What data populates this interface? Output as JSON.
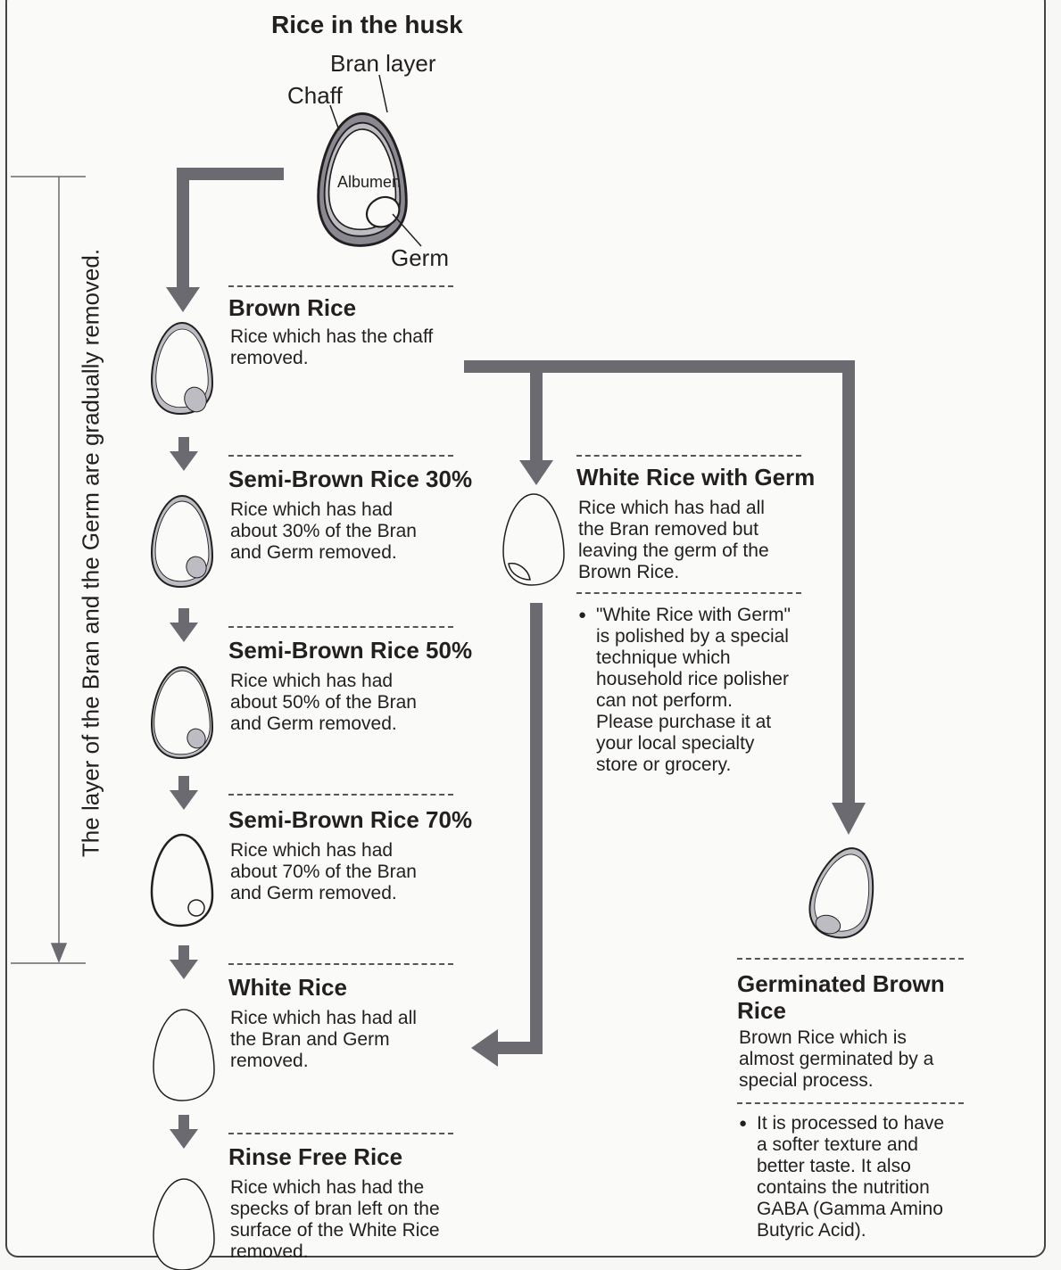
{
  "title": "Rice in the husk",
  "husk_labels": {
    "bran_layer": "Bran layer",
    "chaff": "Chaff",
    "albumen": "Albumen",
    "germ": "Germ"
  },
  "side_label": "The layer of the Bran and the Germ are gradually removed.",
  "stages": [
    {
      "name": "Brown Rice",
      "desc": "Rice which has the chaff\nremoved."
    },
    {
      "name": "Semi-Brown Rice 30%",
      "desc": "Rice which has had\nabout 30% of the Bran\nand Germ removed."
    },
    {
      "name": "Semi-Brown Rice 50%",
      "desc": "Rice which has had\nabout 50% of the Bran\nand Germ removed."
    },
    {
      "name": "Semi-Brown Rice 70%",
      "desc": "Rice which has had\nabout 70% of the Bran\nand Germ removed."
    },
    {
      "name": "White Rice",
      "desc": "Rice which has had all\nthe Bran and Germ\nremoved."
    },
    {
      "name": "Rinse Free Rice",
      "desc": "Rice which has had the\nspecks of bran left on the\nsurface of the White Rice\nremoved."
    }
  ],
  "germ_rice": {
    "name": "White Rice with Germ",
    "desc": "Rice which has had all\nthe Bran removed but\nleaving the germ of the\nBrown Rice.",
    "note": "\"White Rice with Germ\"\nis polished by a special\ntechnique which\nhousehold rice polisher\ncan not perform.\nPlease purchase it at\nyour local specialty\nstore or grocery."
  },
  "germinated": {
    "name": "Germinated Brown\nRice",
    "desc": "Brown Rice which is\nalmost germinated by a\nspecial process.",
    "note": "It is processed to have\na softer texture and\nbetter taste. It also\ncontains the nutrition\nGABA (Gamma Amino\nButyric Acid)."
  },
  "colors": {
    "arrow": "#6b6a70",
    "chaff": "#8a8890",
    "bran": "#bdbcc2",
    "line": "#231f20"
  }
}
